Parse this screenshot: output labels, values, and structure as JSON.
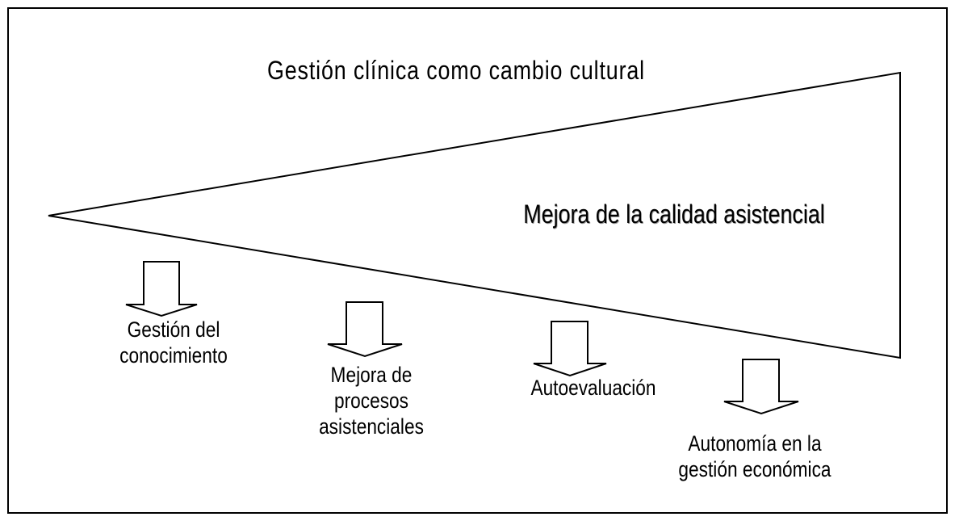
{
  "diagram": {
    "title": "Gestión clínica como cambio cultural",
    "subtitle": "Mejora de la calidad asistencial",
    "items": [
      {
        "label": "Gestión del\nconocimiento"
      },
      {
        "label": "Mejora de\nprocesos\nasistenciales"
      },
      {
        "label": "Autoevaluación"
      },
      {
        "label": "Autonomía en la\ngestión económica"
      }
    ]
  }
}
